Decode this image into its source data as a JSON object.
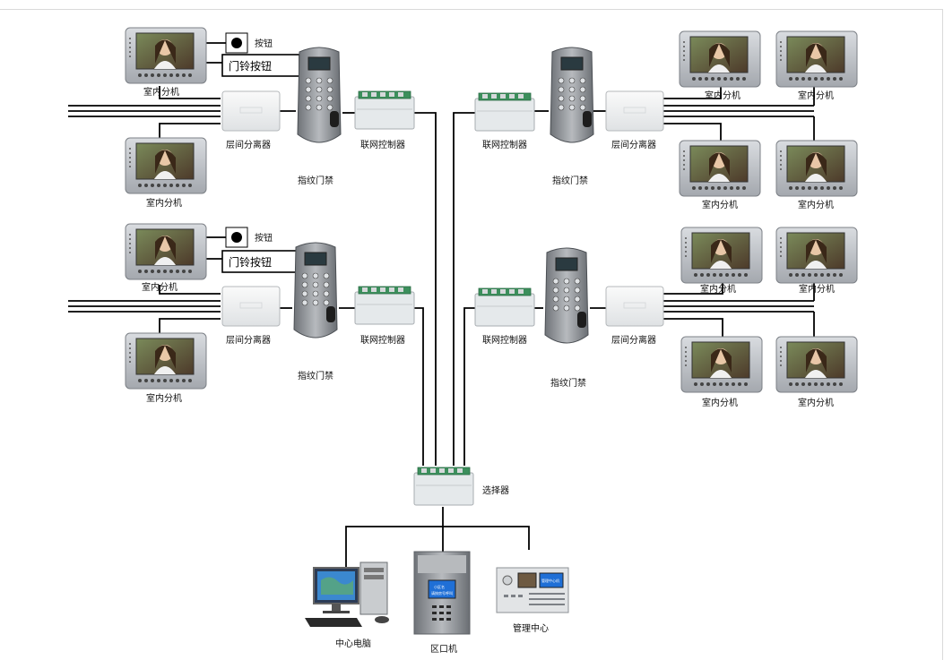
{
  "labels": {
    "indoor_unit": "室内分机",
    "button": "按钮",
    "doorbell_button": "门铃按钮",
    "floor_splitter": "层间分离器",
    "fingerprint_access": "指纹门禁",
    "network_controller": "联网控制器",
    "selector": "选择器",
    "center_computer": "中心电脑",
    "district_unit": "区口机",
    "management_center": "管理中心"
  },
  "district_unit_screen": {
    "line1": "小区名",
    "line2": "请按房号呼叫"
  },
  "management_screen": {
    "text": "管理中心机"
  },
  "colors": {
    "line": "#000000",
    "monitor_body": "#c3c6cc",
    "monitor_screen_bg": "#6e5a42",
    "splitter_body": "#f3f3f3",
    "access_body": "#8e9196",
    "controller_body": "#e8ecee",
    "controller_pcb": "#3c8f5c",
    "screen_blue": "#1f6fd6"
  }
}
